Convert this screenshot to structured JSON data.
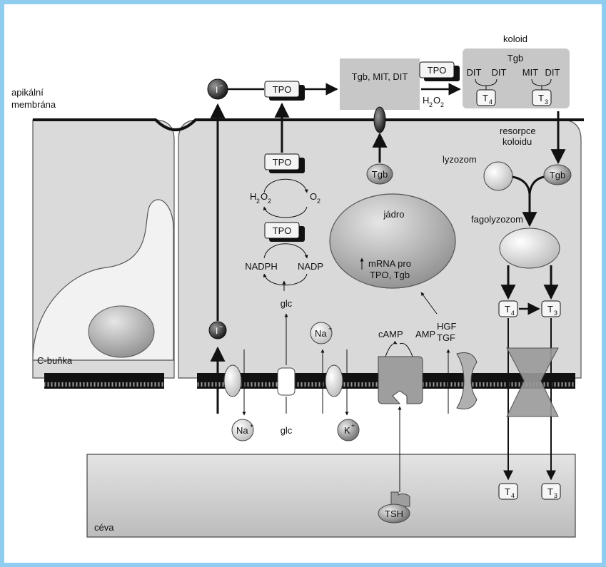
{
  "labels": {
    "apical_membrane": [
      "apikální",
      "membrána"
    ],
    "colloid": "koloid",
    "colloid_resorption": [
      "resorpce",
      "koloidu"
    ],
    "lysosome": "lyzozom",
    "phagolysosome": "fagolyzozom",
    "nucleus": "jádro",
    "mrna": [
      "mRNA pro",
      "TPO, Tgb"
    ],
    "c_cell": "C-buňka",
    "vessel": "céva",
    "camp": "cAMP",
    "amp": "AMP",
    "hgf": "HGF",
    "tgf": "TGF",
    "nadph": "NADPH",
    "nadp": "NADP",
    "glc": "glc",
    "glc_blood": "glc"
  },
  "molecules": {
    "tpo": "TPO",
    "tgb": "Tgb",
    "tgb_mit_dit": "Tgb, MIT, DIT",
    "dit": "DIT",
    "mit": "MIT",
    "iodide": "I",
    "iodide_charge": "−",
    "h": "H",
    "o": "O",
    "two": "2",
    "t": "T",
    "four": "4",
    "three": "3",
    "na": "Na",
    "k": "K",
    "plus": "+",
    "tsh": "TSH"
  },
  "colors": {
    "frame": "#8ecdf0",
    "cell": "#d9d9d9",
    "colloid": "#c8c8c8",
    "vessel": "#d4d4d4"
  }
}
